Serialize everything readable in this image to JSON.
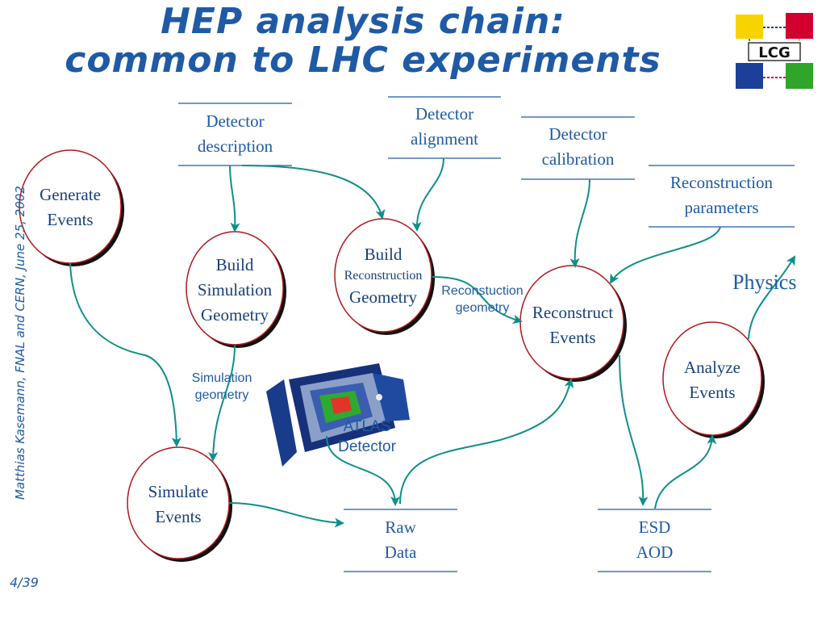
{
  "title": {
    "line1": "HEP analysis chain:",
    "line2": "common to LHC experiments"
  },
  "side_label": "Matthias Kasemann, FNAL and CERN, June 25, 2002",
  "page_number": "4/39",
  "logo": {
    "text": "LCG"
  },
  "processes": {
    "generate_events": {
      "line1": "Generate",
      "line2": "Events"
    },
    "build_sim_geometry": {
      "line1": "Build",
      "line2": "Simulation",
      "line3": "Geometry"
    },
    "build_reco_geometry": {
      "line1": "Build",
      "line2": "Reconstruction",
      "line3": "Geometry"
    },
    "reconstruct_events": {
      "line1": "Reconstruct",
      "line2": "Events"
    },
    "simulate_events": {
      "line1": "Simulate",
      "line2": "Events"
    },
    "analyze_events": {
      "line1": "Analyze",
      "line2": "Events"
    }
  },
  "stores": {
    "detector_description": {
      "line1": "Detector",
      "line2": "description"
    },
    "detector_alignment": {
      "line1": "Detector",
      "line2": "alignment"
    },
    "detector_calibration": {
      "line1": "Detector",
      "line2": "calibration"
    },
    "reconstruction_parameters": {
      "line1": "Reconstruction",
      "line2": "parameters"
    },
    "raw_data": {
      "line1": "Raw",
      "line2": "Data"
    },
    "esd_aod": {
      "line1": "ESD",
      "line2": "AOD"
    }
  },
  "edge_labels": {
    "reco_geometry": {
      "line1": "Reconstuction",
      "line2": "geometry"
    },
    "sim_geometry": {
      "line1": "Simulation",
      "line2": "geometry"
    }
  },
  "atlas": {
    "line1": "ATLAS",
    "line2": "Detector"
  },
  "physics": "Physics",
  "colors": {
    "title": "#1f5aa6",
    "arrow": "#0f8f8a",
    "circle_border": "#b0181e",
    "shadow": "#111111",
    "store_line": "#1f5aa6"
  }
}
